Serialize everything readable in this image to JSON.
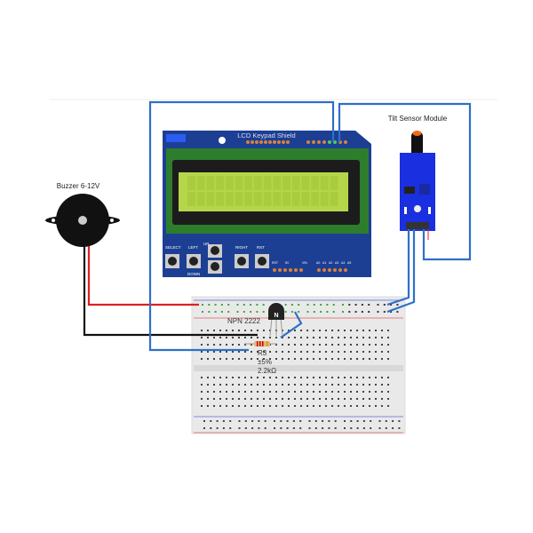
{
  "labels": {
    "lcd_title": "LCD Keypad Shield",
    "tilt_module": "Tilt Sensor Module",
    "buzzer": "Buzzer 6-12V",
    "transistor": "NPN 2222",
    "transistor_mark": "N",
    "resistor_name": "R3",
    "resistor_tolerance": "±5%",
    "resistor_value": "2.2kΩ"
  },
  "lcd_buttons": [
    "SELECT",
    "LEFT",
    "UP",
    "DOWN",
    "RIGHT",
    "RST"
  ],
  "lcd_header_labels": [
    "RST",
    "5V",
    "VIN",
    "A0",
    "A1",
    "A2",
    "A3",
    "A4",
    "A5"
  ],
  "colors": {
    "shield": "#1c3f94",
    "lcd_screen": "#b5d64a",
    "sensor_board": "#1a2fe0",
    "wire_blue": "#2f6fc8",
    "wire_red": "#e02020",
    "wire_black": "#111111",
    "breadboard": "#e9e9e9"
  }
}
